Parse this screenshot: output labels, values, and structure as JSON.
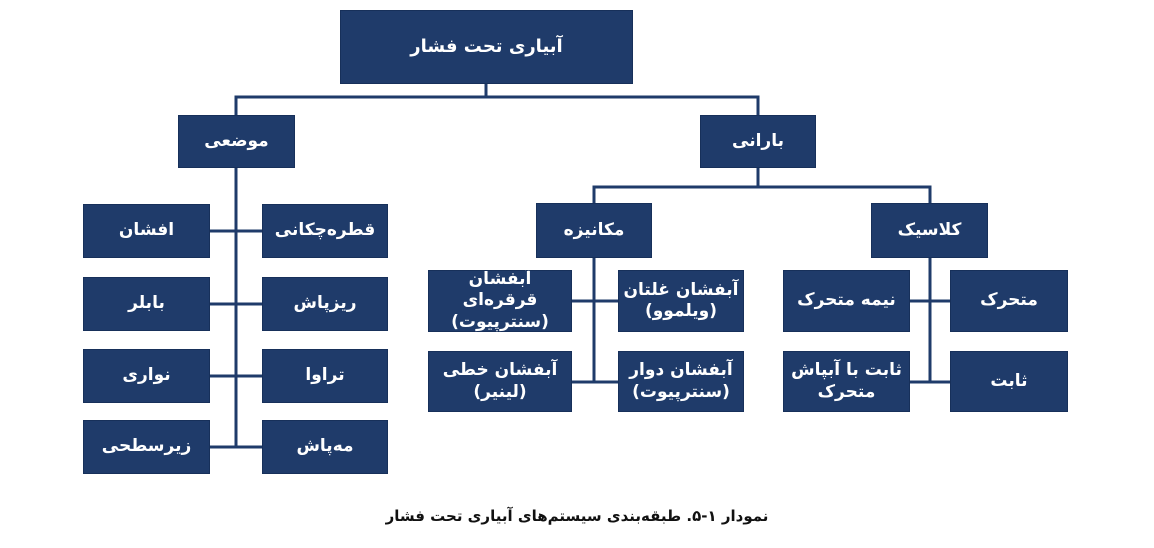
{
  "diagram": {
    "root": "آبیاری تحت فشار",
    "mozei": {
      "label": "موضعی",
      "right": [
        "قطره‌چکانی",
        "ریزپاش",
        "تراوا",
        "مه‌پاش"
      ],
      "left": [
        "افشان",
        "بابلر",
        "نواری",
        "زیرسطحی"
      ]
    },
    "barani": {
      "label": "بارانی",
      "mechanized": {
        "label": "مکانیزه",
        "items": [
          "آبفشان غلتان\n(ویلموو)",
          "آبفشان قرقره‌ای\n(سنترپیوت)",
          "آبفشان دوار\n(سنترپیوت)",
          "آبفشان خطی\n(لینیر)"
        ]
      },
      "classic": {
        "label": "کلاسیک",
        "items": [
          "متحرک",
          "نیمه متحرک",
          "ثابت",
          "ثابت با آبپاش\nمتحرک"
        ]
      }
    }
  },
  "caption": "نمودار ۱-۵. طبقه‌بندی سیستم‌های آبیاری تحت فشار",
  "colors": {
    "box": "#1f3b6a",
    "line": "#1f3b6a",
    "text": "#ffffff"
  }
}
